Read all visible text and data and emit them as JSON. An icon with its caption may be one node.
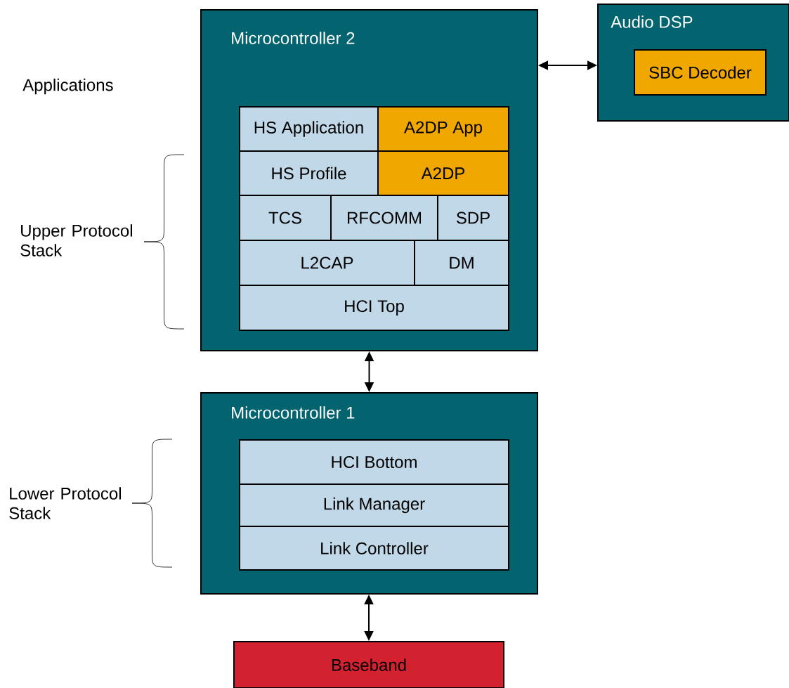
{
  "diagram": {
    "nodes": [
      {
        "text": [
          "Microcontroller 2"
        ]
      },
      {
        "text": [
          "HS Application"
        ],
        "in": 0
      },
      {
        "text": [
          "A2DP App"
        ],
        "in": 0
      },
      {
        "text": [
          "HS Profile"
        ],
        "in": 0
      },
      {
        "text": [
          "A2DP"
        ],
        "in": 0
      },
      {
        "text": [
          "TCS"
        ],
        "in": 0
      },
      {
        "text": [
          "RFCOMM"
        ],
        "in": 0
      },
      {
        "text": [
          "SDP"
        ],
        "in": 0
      },
      {
        "text": [
          "L2CAP"
        ],
        "in": 0
      },
      {
        "text": [
          "DM"
        ],
        "in": 0
      },
      {
        "text": [
          "HCI Top"
        ],
        "in": 0
      },
      {
        "text": [
          "Audio DSP"
        ]
      },
      {
        "text": [
          "SBC Decoder"
        ],
        "in": 11
      },
      {
        "text": [
          "Microcontroller 1"
        ]
      },
      {
        "text": [
          "HCI Bottom"
        ],
        "in": 13
      },
      {
        "text": [
          "Link Manager"
        ],
        "in": 13
      },
      {
        "text": [
          "Link Controller"
        ],
        "in": 13
      },
      {
        "text": [
          "Baseband"
        ]
      }
    ],
    "edges": [
      {
        "from": 0,
        "to": 11,
        "arrow": "both"
      },
      {
        "from": 0,
        "to": 13,
        "arrow": "both"
      },
      {
        "from": 13,
        "to": 17,
        "arrow": "both"
      }
    ],
    "labels": [
      "Applications",
      "Upper Protocol Stack",
      "Lower Protocol Stack"
    ]
  }
}
